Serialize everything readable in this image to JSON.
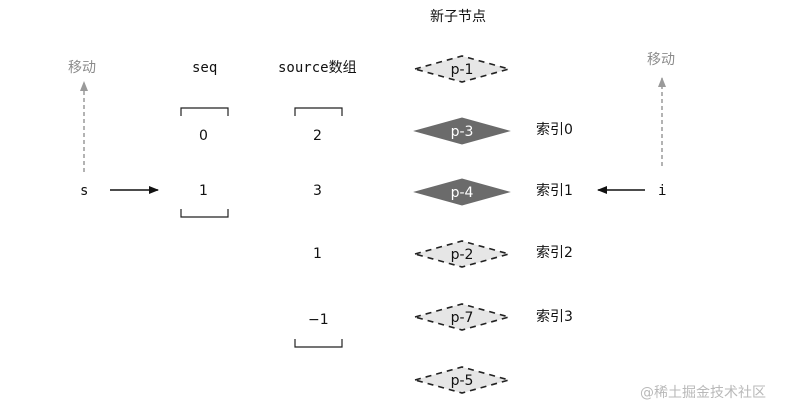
{
  "title": "新子节点",
  "move_label": "移动",
  "seq": {
    "header": "seq",
    "values": [
      "0",
      "1"
    ]
  },
  "source": {
    "header": "source数组",
    "values": [
      "2",
      "3",
      "1",
      "−1"
    ]
  },
  "pointers": {
    "s": "s",
    "i": "i"
  },
  "nodes": [
    {
      "label": "p-1",
      "style": "dashed",
      "index": ""
    },
    {
      "label": "p-3",
      "style": "filled",
      "index": "索引0"
    },
    {
      "label": "p-4",
      "style": "filled",
      "index": "索引1"
    },
    {
      "label": "p-2",
      "style": "dashed",
      "index": "索引2"
    },
    {
      "label": "p-7",
      "style": "dashed",
      "index": "索引3"
    },
    {
      "label": "p-5",
      "style": "dashed",
      "index": ""
    }
  ],
  "watermark": "@稀土掘金技术社区",
  "colors": {
    "filled": "#6b6b6b",
    "dashed_fill": "#e6e6e6",
    "stroke": "#222222",
    "grey_arrow": "#9a9a9a"
  }
}
